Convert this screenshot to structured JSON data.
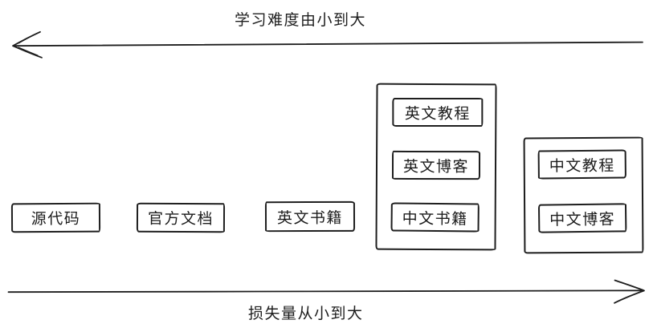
{
  "colors": {
    "stroke": "#1e1e1e",
    "text": "#1c1c1c",
    "background": "#ffffff"
  },
  "axes": {
    "top": {
      "label": "学习难度由小到大",
      "direction": "left"
    },
    "bottom": {
      "label": "损失量从小到大",
      "direction": "right"
    }
  },
  "nodes": {
    "standalone": [
      {
        "label": "源代码"
      },
      {
        "label": "官方文档"
      },
      {
        "label": "英文书籍"
      }
    ],
    "groups": [
      {
        "items": [
          {
            "label": "英文教程"
          },
          {
            "label": "英文博客"
          },
          {
            "label": "中文书籍"
          }
        ]
      },
      {
        "items": [
          {
            "label": "中文教程"
          },
          {
            "label": "中文博客"
          }
        ]
      }
    ]
  }
}
